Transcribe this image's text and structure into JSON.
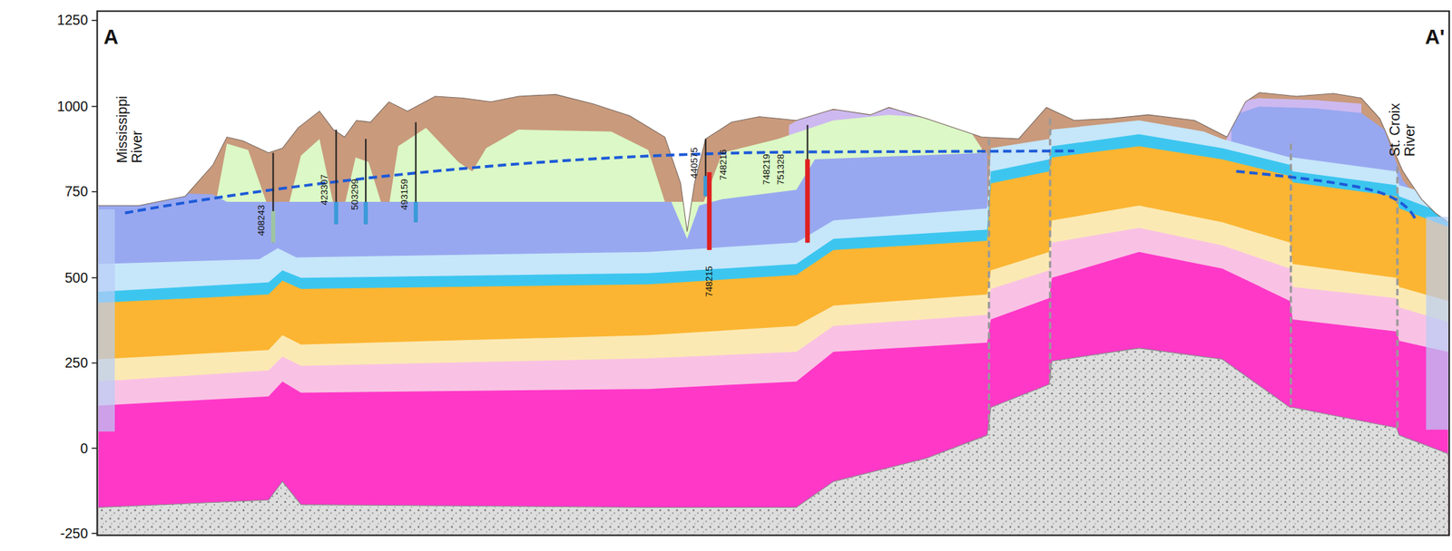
{
  "diagram": {
    "labels": [
      "A",
      "A'",
      "Mississippi River",
      "St. Croix River",
      "1250",
      "1000",
      "750",
      "500",
      "250",
      "0",
      "-250",
      "408243",
      "423307",
      "503299",
      "493159",
      "440575",
      "748216",
      "748215",
      "748219",
      "751328"
    ]
  }
}
